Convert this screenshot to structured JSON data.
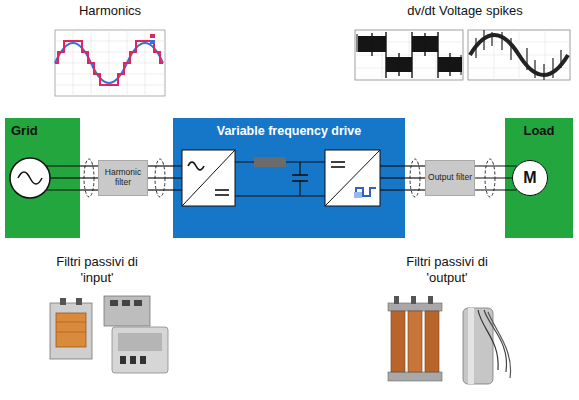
{
  "diagram": {
    "nodes": [
      {
        "text": [
          "Grid"
        ]
      },
      {
        "text": [
          "Harmonic filter"
        ]
      },
      {
        "text": [
          "Variable frequency drive"
        ]
      },
      {
        "text": [
          "Output filter"
        ]
      },
      {
        "text": [
          "Load"
        ]
      },
      {
        "text": [
          "M"
        ],
        "in": 4
      }
    ],
    "edges": [
      {
        "from": 0,
        "to": 1,
        "arrow": "none"
      },
      {
        "from": 1,
        "to": 2,
        "arrow": "none"
      },
      {
        "from": 2,
        "to": 3,
        "arrow": "none"
      },
      {
        "from": 3,
        "to": 5,
        "arrow": "none"
      }
    ],
    "labels": [
      "Harmonics",
      "dv/dt Voltage spikes",
      "Filtri passivi di 'input'",
      "Filtri passivi di 'output'"
    ]
  }
}
